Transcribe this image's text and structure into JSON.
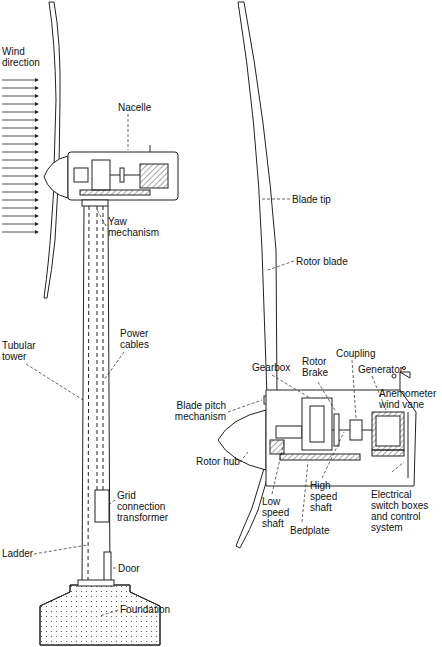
{
  "diagram": {
    "labels": [
      "Wind direction",
      "Nacelle",
      "Yaw mechanism",
      "Blade tip",
      "Rotor blade",
      "Tubular tower",
      "Power cables",
      "Gearbox",
      "Rotor Brake",
      "Coupling",
      "Generator",
      "Anemometer wind vane",
      "Blade pitch mechanism",
      "Rotor hub",
      "Low speed shaft",
      "High speed shaft",
      "Electrical switch boxes and control system",
      "Bedplate",
      "Grid connection transformer",
      "Ladder",
      "Door",
      "Foundation"
    ]
  }
}
